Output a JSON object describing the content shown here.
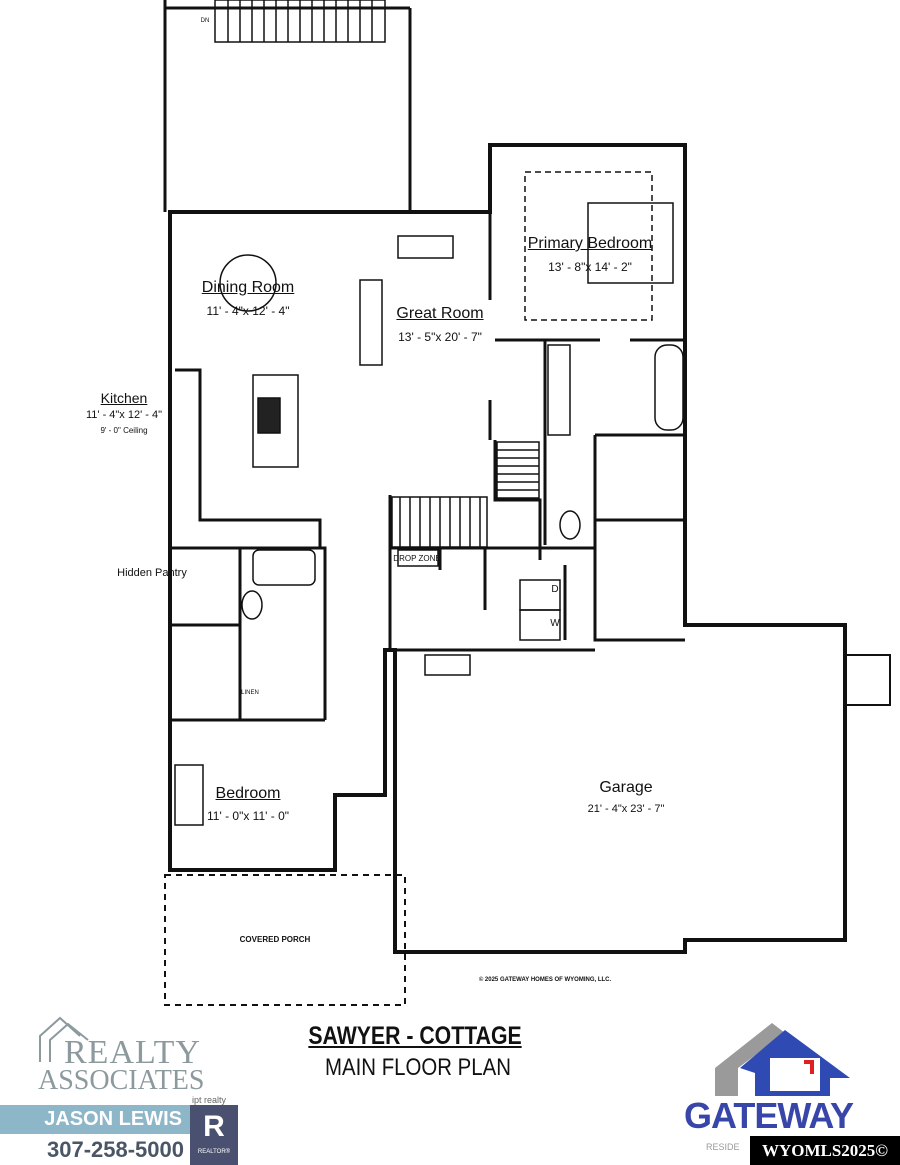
{
  "plan": {
    "title": "SAWYER - COTTAGE",
    "subtitle": "MAIN FLOOR PLAN",
    "copyright": "© 2025 GATEWAY HOMES OF WYOMING, LLC.",
    "rooms": {
      "dining": {
        "name": "Dining Room",
        "dims": "11' - 4\"x 12' - 4\""
      },
      "great": {
        "name": "Great Room",
        "dims": "13' - 5\"x 20' - 7\""
      },
      "primary": {
        "name": "Primary Bedroom",
        "dims": "13' - 8\"x 14' - 2\""
      },
      "kitchen": {
        "name": "Kitchen",
        "dims": "11' - 4\"x 12' - 4\"",
        "ceiling": "9' - 0\" Ceiling"
      },
      "bedroom": {
        "name": "Bedroom",
        "dims": "11' - 0\"x 11' - 0\""
      },
      "garage": {
        "name": "Garage",
        "dims": "21' - 4\"x 23' - 7\""
      }
    },
    "labels": {
      "hidden_pantry": "Hidden Pantry",
      "covered_porch": "COVERED PORCH",
      "drop_zone": "DROP ZONE",
      "linen": "LINEN",
      "dryer": "D",
      "washer": "W",
      "dn": "DN"
    }
  },
  "branding": {
    "realty_line1": "REALTY",
    "realty_line2": "ASSOCIATES",
    "ipt": "ipt realty",
    "agent_name": "JASON LEWIS",
    "agent_phone": "307-258-5000",
    "realtor_mark": "R",
    "realtor_text": "REALTOR®",
    "gateway": "GATEWAY",
    "gateway_sub": "RESIDE",
    "mls_watermark": "WYOMLS2025©",
    "colors": {
      "realty_grey": "#8c9a9e",
      "agent_bar": "#8eb6c9",
      "realtor": "#4a5170",
      "gateway_blue": "#3746a8",
      "gateway_red": "#e02020"
    }
  }
}
